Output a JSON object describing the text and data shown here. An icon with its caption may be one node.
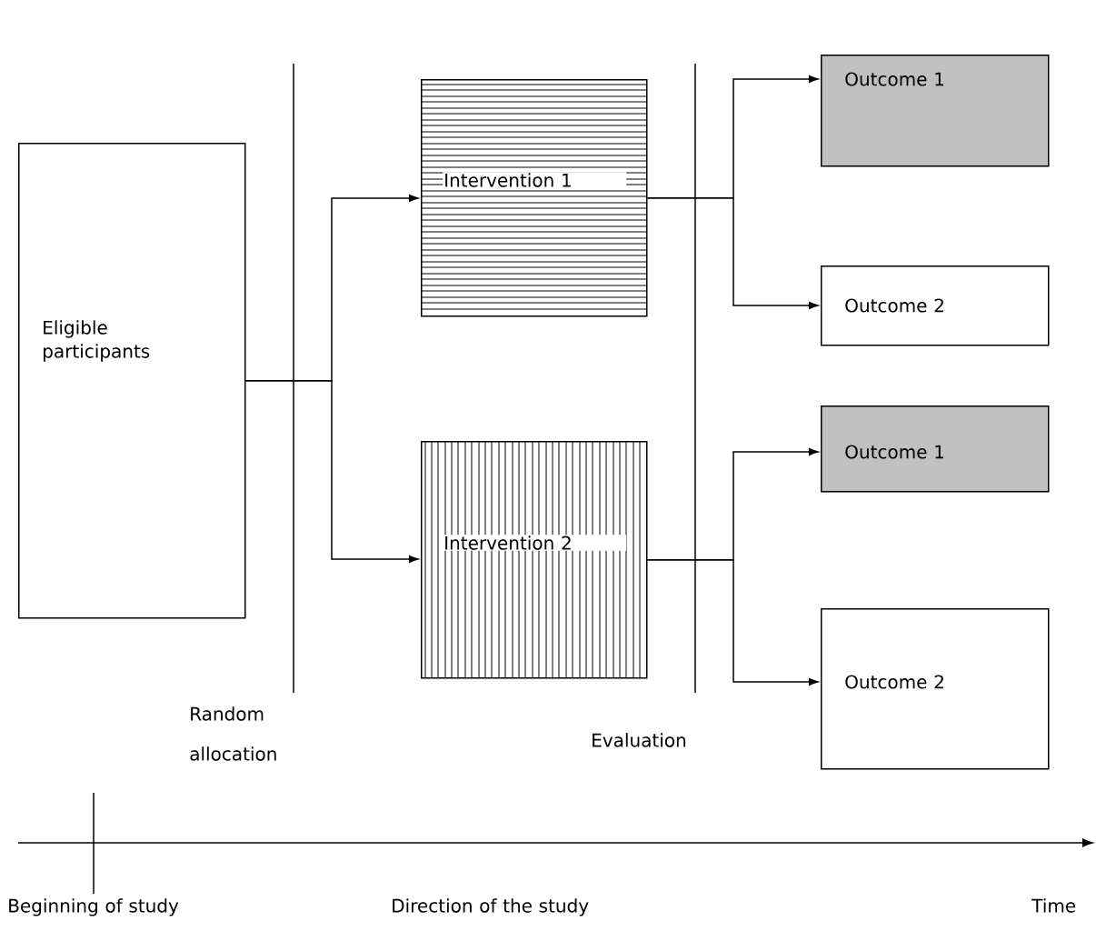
{
  "diagram": {
    "nodes": [
      {
        "text": [
          "Eligible participants"
        ]
      },
      {
        "text": [
          "Intervention 1"
        ]
      },
      {
        "text": [
          "Intervention 2"
        ]
      },
      {
        "text": [
          "Outcome 1"
        ]
      },
      {
        "text": [
          "Outcome 2"
        ]
      },
      {
        "text": [
          "Outcome 1"
        ]
      },
      {
        "text": [
          "Outcome 2"
        ]
      }
    ],
    "edges": [
      {
        "from": 0,
        "to": 1,
        "arrow": "to"
      },
      {
        "from": 0,
        "to": 2,
        "arrow": "to"
      },
      {
        "from": 1,
        "to": 3,
        "arrow": "to"
      },
      {
        "from": 1,
        "to": 4,
        "arrow": "to"
      },
      {
        "from": 2,
        "to": 5,
        "arrow": "to"
      },
      {
        "from": 2,
        "to": 6,
        "arrow": "to"
      }
    ],
    "labels": [
      "Random allocation",
      "Evaluation",
      "Beginning of study",
      "Direction of the study",
      "Time"
    ]
  }
}
